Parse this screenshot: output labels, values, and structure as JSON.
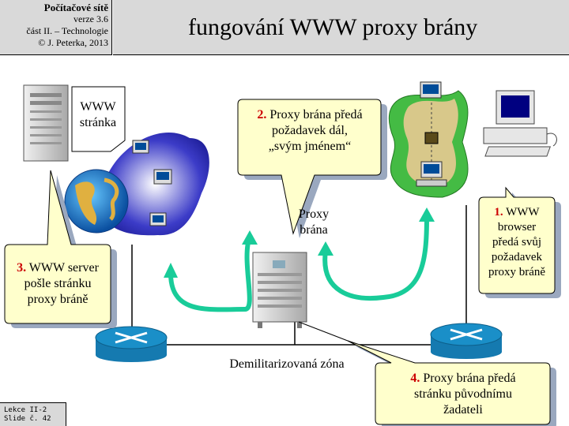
{
  "header": {
    "course": "Počítačové sítě",
    "version": "verze 3.6",
    "part": "část II. – Technologie",
    "author": "© J. Peterka, 2013",
    "title": "fungování  WWW  proxy brány"
  },
  "labels": {
    "www_page_line1": "WWW",
    "www_page_line2": "stránka",
    "proxy_line1": "Proxy",
    "proxy_line2": "brána",
    "dmz": "Demilitarizovaná zóna"
  },
  "callouts": {
    "c1": {
      "num": "1.",
      "line1": " WWW",
      "line2": "browser",
      "line3": "předá svůj",
      "line4": "požadavek",
      "line5": "proxy bráně"
    },
    "c2": {
      "num": "2.",
      "line1": " Proxy brána předá",
      "line2": "požadavek dál,",
      "line3": "„svým jménem“"
    },
    "c3": {
      "num": "3.",
      "line1": " WWW server",
      "line2": "pošle stránku",
      "line3": "proxy bráně"
    },
    "c4": {
      "num": "4.",
      "line1": " Proxy brána předá",
      "line2": "stránku původnímu",
      "line3": "žadateli"
    }
  },
  "footer": {
    "line1": "Lekce II-2",
    "line2": "Slide č. 42"
  },
  "colors": {
    "arrow": "#19cc99",
    "callout_fill": "#ffffcc",
    "shadow": "#9aa8bf",
    "router": "#1a8fc8"
  }
}
